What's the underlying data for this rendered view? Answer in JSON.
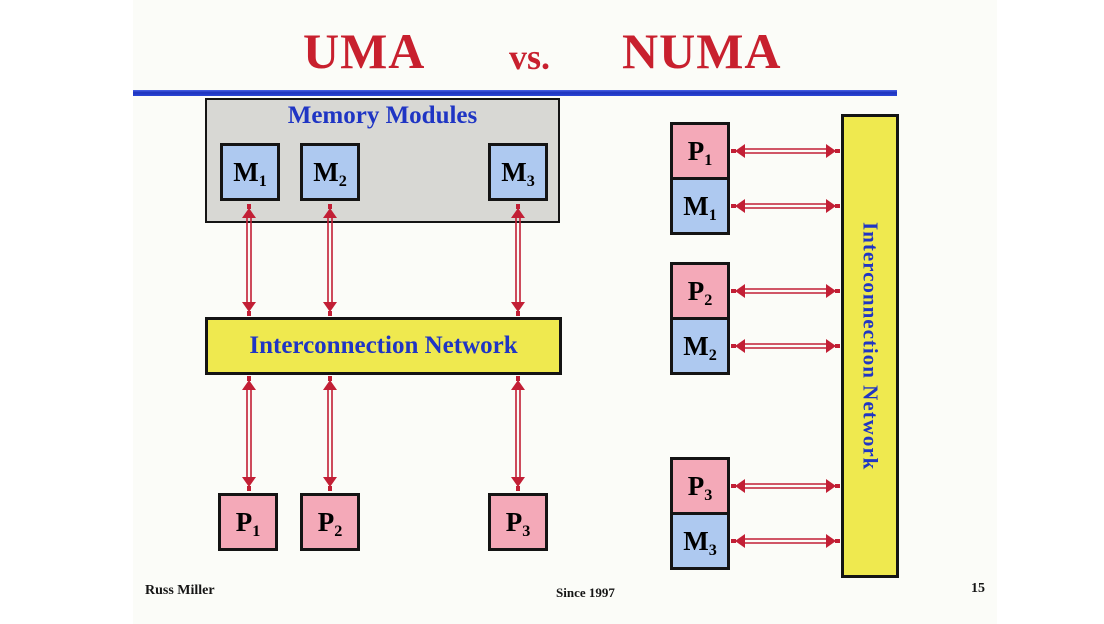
{
  "title": {
    "left": "UMA",
    "middle": "vs.",
    "right": "NUMA"
  },
  "uma": {
    "memory_box_title": "Memory Modules",
    "memory_modules": [
      {
        "base": "M",
        "sub": "1"
      },
      {
        "base": "M",
        "sub": "2"
      },
      {
        "base": "M",
        "sub": "3"
      }
    ],
    "network_label": "Interconnection Network",
    "processors": [
      {
        "base": "P",
        "sub": "1"
      },
      {
        "base": "P",
        "sub": "2"
      },
      {
        "base": "P",
        "sub": "3"
      }
    ]
  },
  "numa": {
    "network_label": "Interconnection Network",
    "nodes": [
      {
        "processor": {
          "base": "P",
          "sub": "1"
        },
        "memory": {
          "base": "M",
          "sub": "1"
        }
      },
      {
        "processor": {
          "base": "P",
          "sub": "2"
        },
        "memory": {
          "base": "M",
          "sub": "2"
        }
      },
      {
        "processor": {
          "base": "P",
          "sub": "3"
        },
        "memory": {
          "base": "M",
          "sub": "3"
        }
      }
    ]
  },
  "footer": {
    "author": "Russ Miller",
    "center": "Since 1997",
    "page_number": "15"
  },
  "colors": {
    "title_red": "#c8202e",
    "line_blue": "#2a46d6",
    "label_blue": "#1f35c4",
    "arrow_red": "#c21f35",
    "memory_fill": "#aec9f0",
    "processor_fill": "#f4a9b8",
    "network_fill": "#efe94f",
    "module_box_fill": "#d8d8d4"
  }
}
